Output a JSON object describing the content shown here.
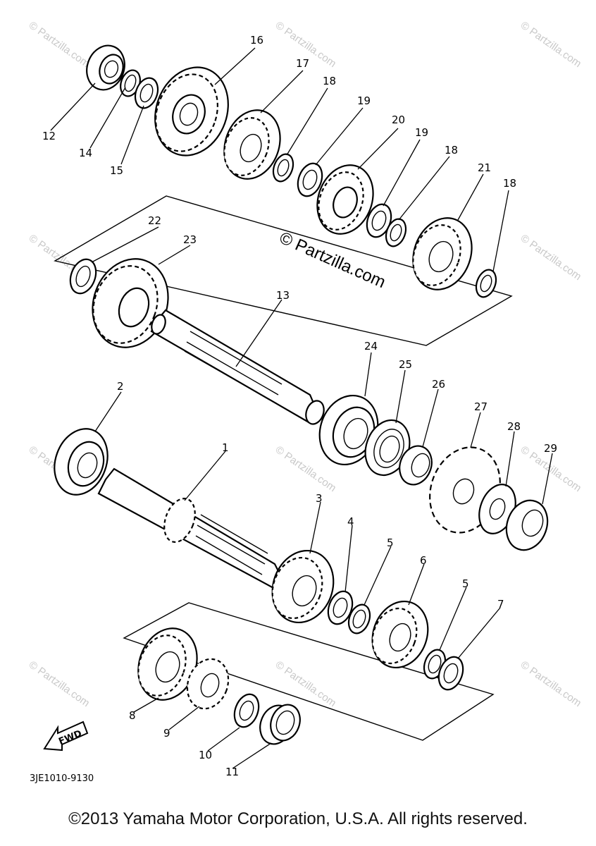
{
  "diagram_code": "3JE1010-9130",
  "fwd_label": "FWD",
  "center_watermark": "© Partzilla.com",
  "background_watermark": "© Partzilla.com",
  "copyright": "©2013 Yamaha Motor Corporation, U.S.A. All rights reserved.",
  "callouts": [
    "1",
    "2",
    "3",
    "4",
    "5",
    "5",
    "6",
    "7",
    "8",
    "9",
    "10",
    "11",
    "12",
    "13",
    "14",
    "15",
    "16",
    "17",
    "18",
    "18",
    "18",
    "19",
    "19",
    "20",
    "21",
    "22",
    "23",
    "24",
    "25",
    "26",
    "27",
    "28",
    "29"
  ]
}
